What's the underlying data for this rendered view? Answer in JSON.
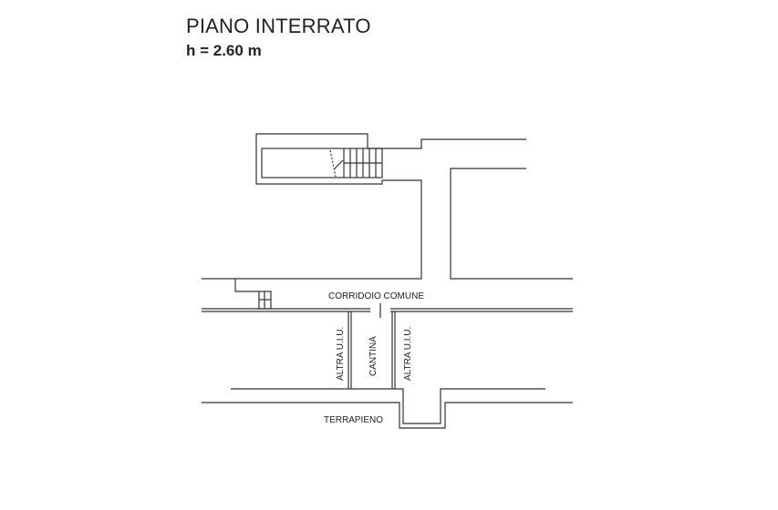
{
  "title": "PIANO INTERRATO",
  "height_label": "h = 2.60 m",
  "labels": {
    "corridor": "CORRIDOIO COMUNE",
    "other_unit_left": "ALTRA U.I.U.",
    "cellar": "CANTINA",
    "other_unit_right": "ALTRA U.I.U.",
    "embankment": "TERRAPIENO"
  }
}
